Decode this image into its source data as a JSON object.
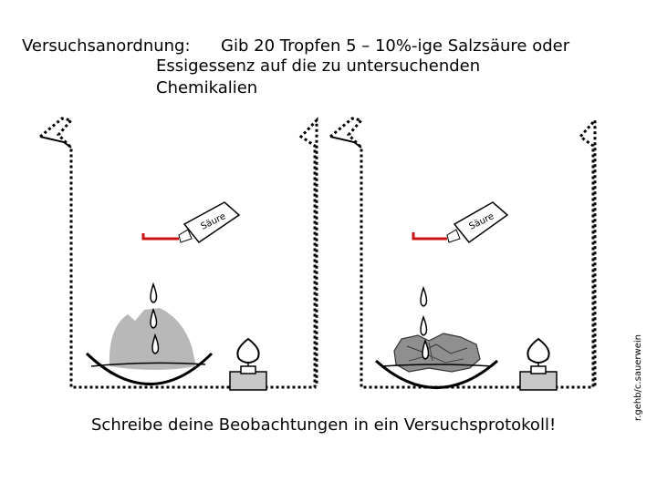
{
  "instruction": {
    "label": "Versuchsanordnung:",
    "text_line1": "Gib 20 Tropfen 5 – 10%-ige Salzsäure oder",
    "text_line2": "Essigessenz auf die zu untersuchenden",
    "text_line3": "Chemikalien"
  },
  "bottle_label": "Säure",
  "footer": "Schreibe deine Beobachtungen in ein Versuchsprotokoll!",
  "credit": "r.gehb/c.sauerwein",
  "colors": {
    "dropper_red": "#cc1111",
    "sample_gray": "#b8b8b8",
    "burner_base": "#c8c8c8"
  }
}
